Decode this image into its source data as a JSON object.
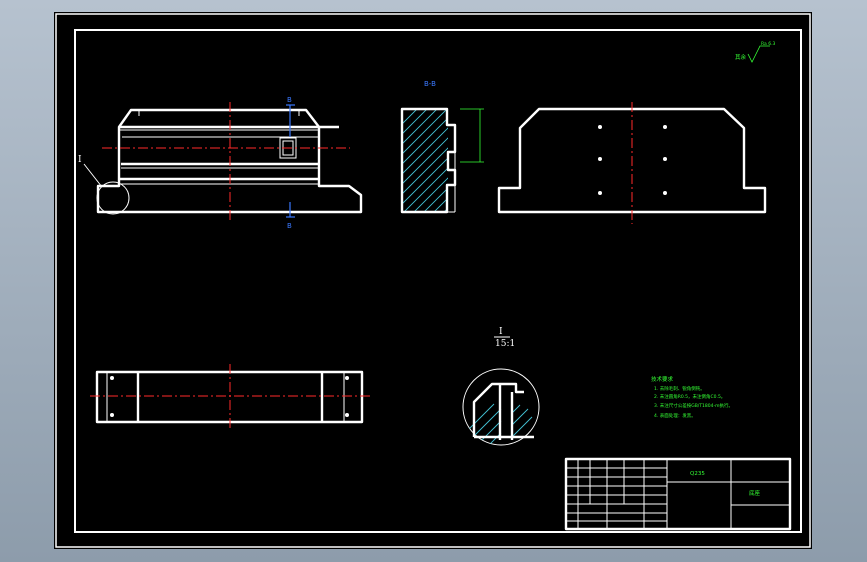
{
  "colors": {
    "background": "#8d9cab",
    "sheet": "#000000",
    "outline": "#ffffff",
    "dimension": "#34ff34",
    "center_line": "#ff2a2a",
    "hatch": "#44c3d6",
    "section_marker": "#3a78ff"
  },
  "views": {
    "section_label": "B-B",
    "detail_marker": "I",
    "detail_scale": "15:1",
    "section_arrow": "B"
  },
  "title_block": {
    "material": "Q235",
    "drawing_name": "底座"
  },
  "technical_requirements": {
    "heading": "技术要求",
    "items": [
      "1. 去除毛刺、锐角倒钝。",
      "2. 未注圆角R0.5，未注倒角C0.5。",
      "3. 未注尺寸公差按GB/T1804-m执行。",
      "4. 表面处理：发黑。"
    ]
  },
  "roughness": {
    "global_symbol": "其余",
    "value": "Ra 6.3"
  }
}
